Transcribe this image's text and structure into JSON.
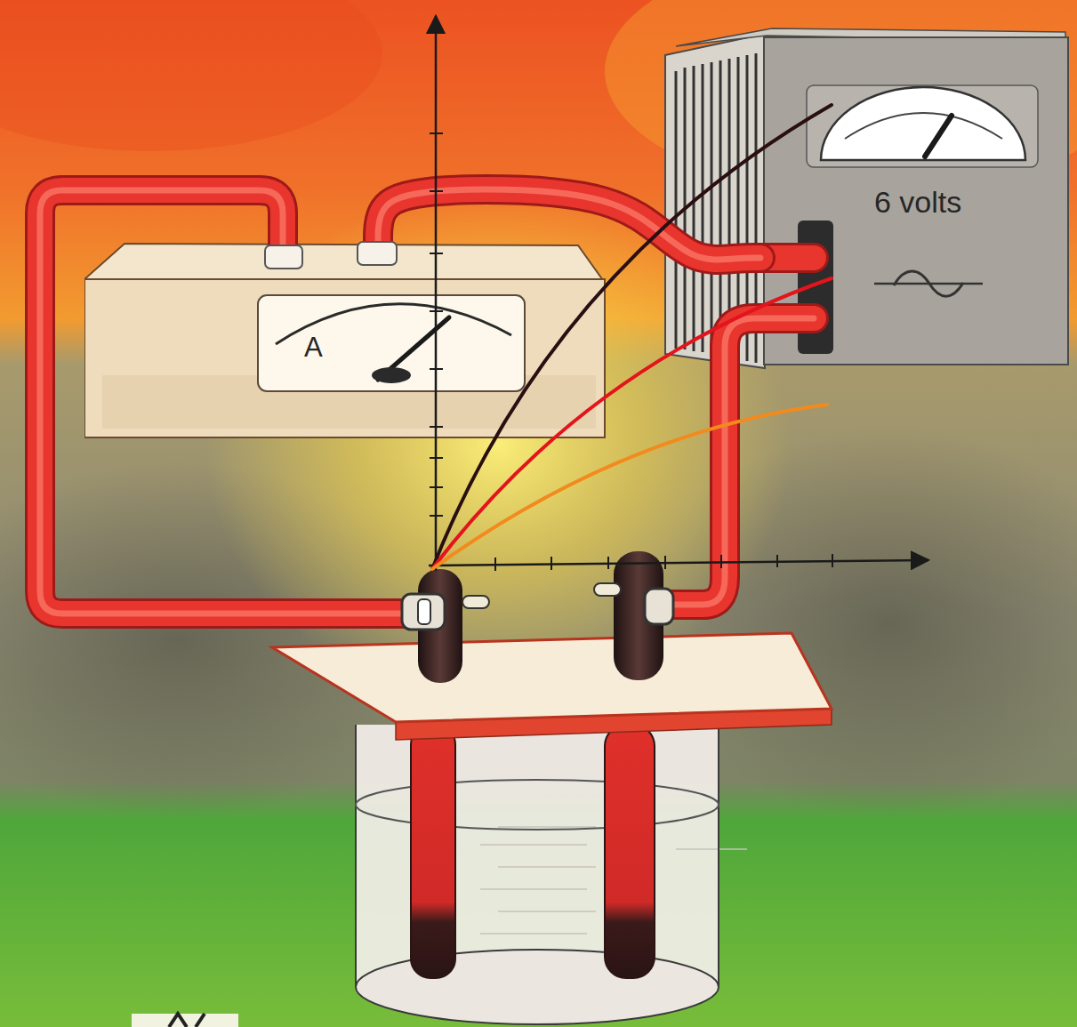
{
  "diagram": {
    "nodes": [
      {
        "text": [
          "A"
        ]
      },
      {
        "text": [
          "6 volts"
        ]
      }
    ],
    "edges": [
      {
        "from": 0,
        "to": 1,
        "arrow": "none"
      }
    ]
  }
}
